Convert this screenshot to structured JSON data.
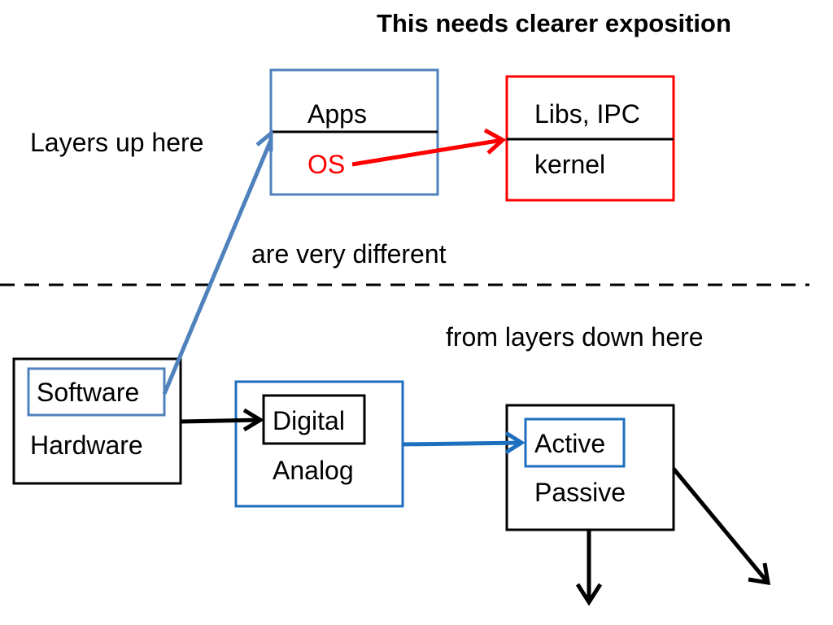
{
  "title": "This needs clearer exposition",
  "upper": {
    "caption_left": "Layers up here",
    "caption_middle": "are very different",
    "stack_box": {
      "top_label": "Apps",
      "bottom_label": "OS",
      "border_color": "#4f81bd",
      "os_color": "#ff0000"
    },
    "os_box": {
      "top_label": "Libs, IPC",
      "bottom_label": "kernel",
      "border_color": "#ff0000"
    }
  },
  "lower": {
    "caption": "from layers down here",
    "hw_box": {
      "inner_label": "Software",
      "outer_label": "Hardware",
      "inner_border_color": "#4f81bd"
    },
    "signal_box": {
      "inner_label": "Digital",
      "outer_label": "Analog",
      "border_color": "#1f6fbf"
    },
    "component_box": {
      "inner_label": "Active",
      "outer_label": "Passive",
      "inner_border_color": "#1f6fbf"
    }
  },
  "colors": {
    "blue_arrow": "#4f81bd",
    "red_arrow": "#ff0000",
    "dark_blue_arrow": "#1f6fbf",
    "black": "#000000"
  }
}
